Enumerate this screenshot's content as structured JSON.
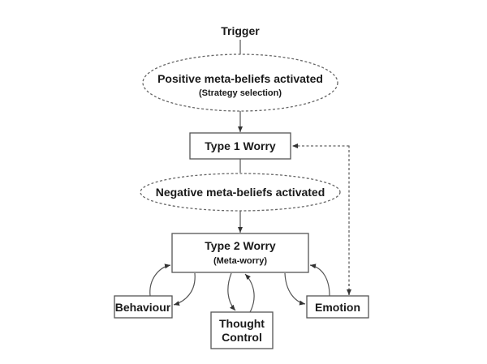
{
  "diagram": {
    "trigger": "Trigger",
    "positive_beliefs": {
      "title": "Positive meta-beliefs activated",
      "subtitle": "(Strategy selection)"
    },
    "type1": "Type 1 Worry",
    "negative_beliefs": "Negative meta-beliefs activated",
    "type2": {
      "title": "Type 2 Worry",
      "subtitle": "(Meta-worry)"
    },
    "behaviour": "Behaviour",
    "thought_control": {
      "line1": "Thought",
      "line2": "Control"
    },
    "emotion": "Emotion"
  }
}
